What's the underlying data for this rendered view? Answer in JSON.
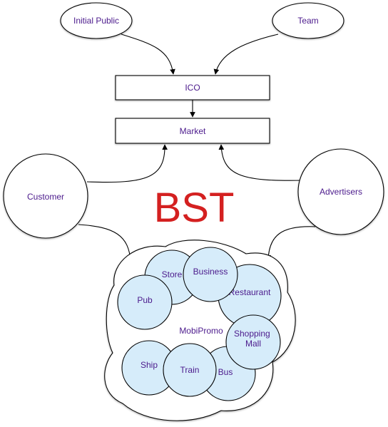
{
  "diagram": {
    "nodes": {
      "initial_public": "Initial Public",
      "team": "Team",
      "ico": "ICO",
      "market": "Market",
      "customer": "Customer",
      "advertisers": "Advertisers",
      "bst": "BST",
      "mobipromo": "MobiPromo",
      "store": "Store",
      "business": "Business",
      "restaurant": "Restaurant",
      "pub": "Pub",
      "shopping_mall": "Shopping Mall",
      "ship": "Ship",
      "train": "Train",
      "bus": "Bus"
    },
    "colors": {
      "label_text": "#4b1a8c",
      "bst_text": "#d42020",
      "sub_circle_fill": "#d6ecfa",
      "stroke": "#000000"
    }
  }
}
